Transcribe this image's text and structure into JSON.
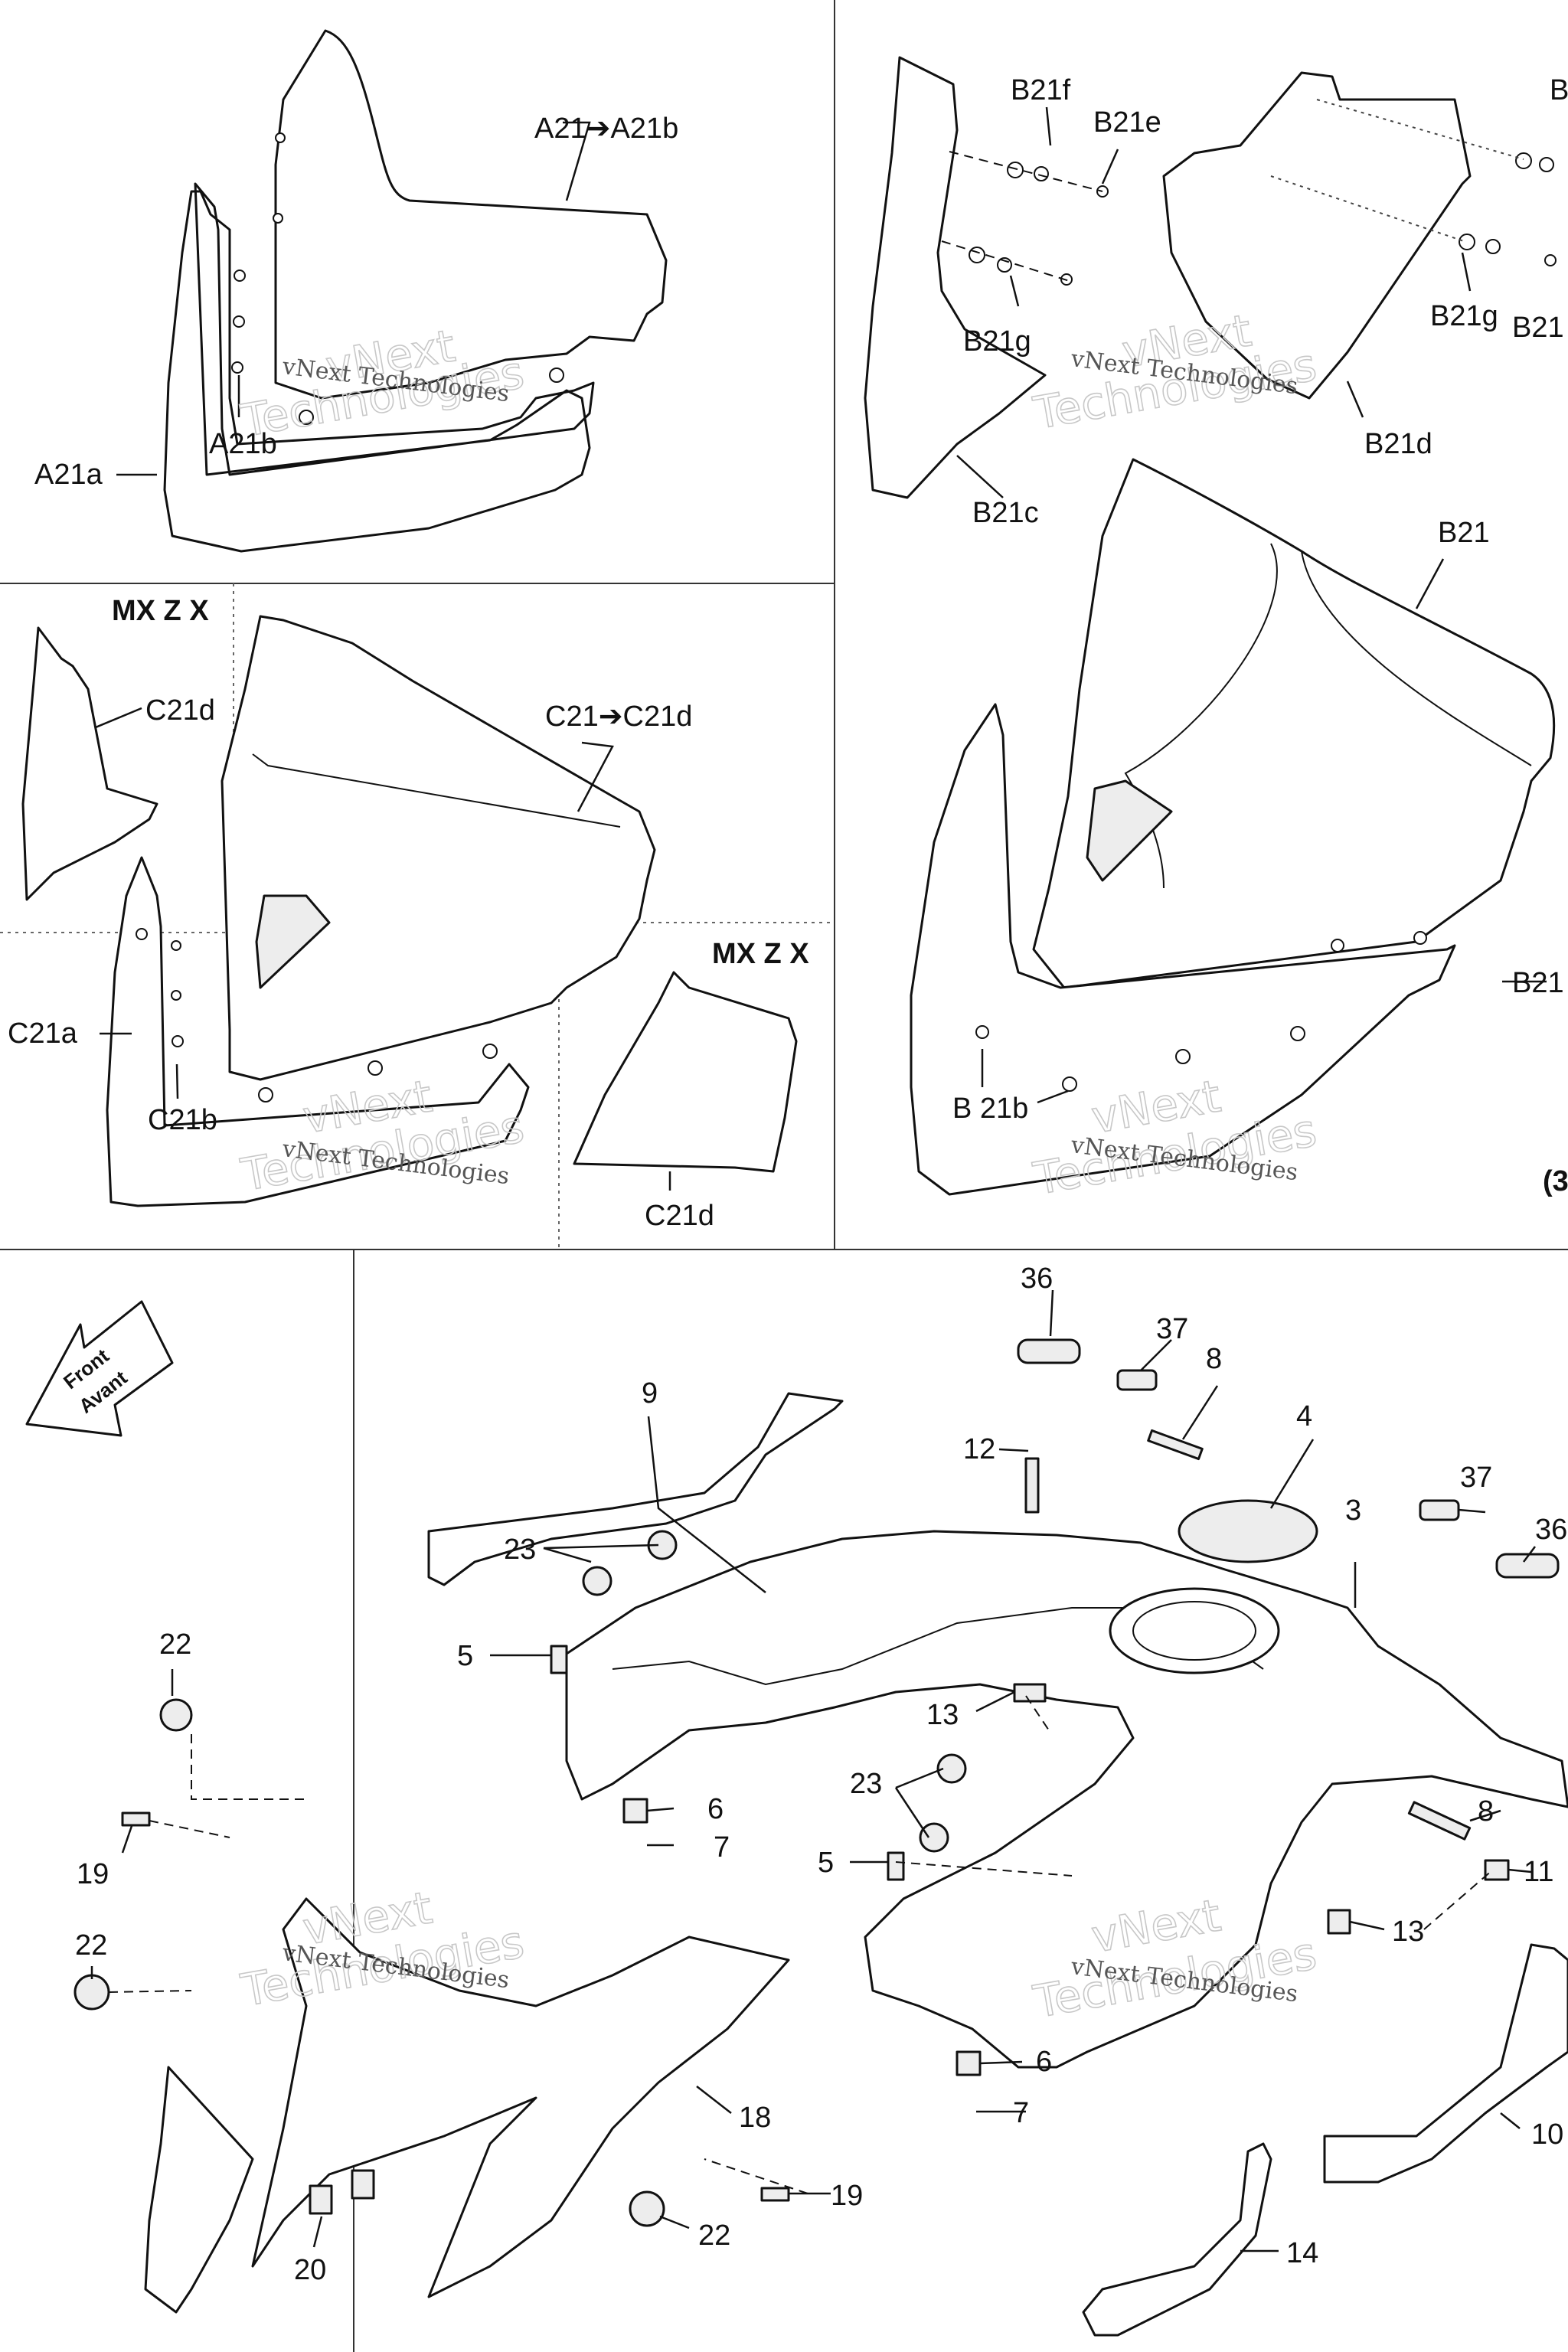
{
  "sections": {
    "top_left_labels": [
      "A21➔A21b",
      "A21b",
      "A21a"
    ],
    "top_right_labels": [
      "B21f",
      "B21e",
      "B21g",
      "B21g",
      "B21d",
      "B21c",
      "B21",
      "B 21b",
      "B21",
      "B",
      "B21",
      "(3"
    ],
    "middle_left_labels": [
      "MX Z X",
      "C21d",
      "C21➔C21d",
      "C21a",
      "C21b",
      "MX Z X",
      "C21d"
    ],
    "bottom_labels": [
      "36",
      "37",
      "8",
      "4",
      "9",
      "12",
      "37",
      "3",
      "36",
      "23",
      "5",
      "13",
      "22",
      "23",
      "6",
      "7",
      "8",
      "5",
      "11",
      "13",
      "19",
      "22",
      "18",
      "6",
      "7",
      "10",
      "19",
      "22",
      "20",
      "14"
    ]
  },
  "front_arrow": {
    "line1": "Front",
    "line2": "Avant"
  },
  "watermark": {
    "line1": "vNext Technologies",
    "line2": "Technologies",
    "line3": "vNext"
  },
  "colors": {
    "ink": "#111111",
    "paper": "#ffffff",
    "watermark": "#c8c8c8"
  }
}
